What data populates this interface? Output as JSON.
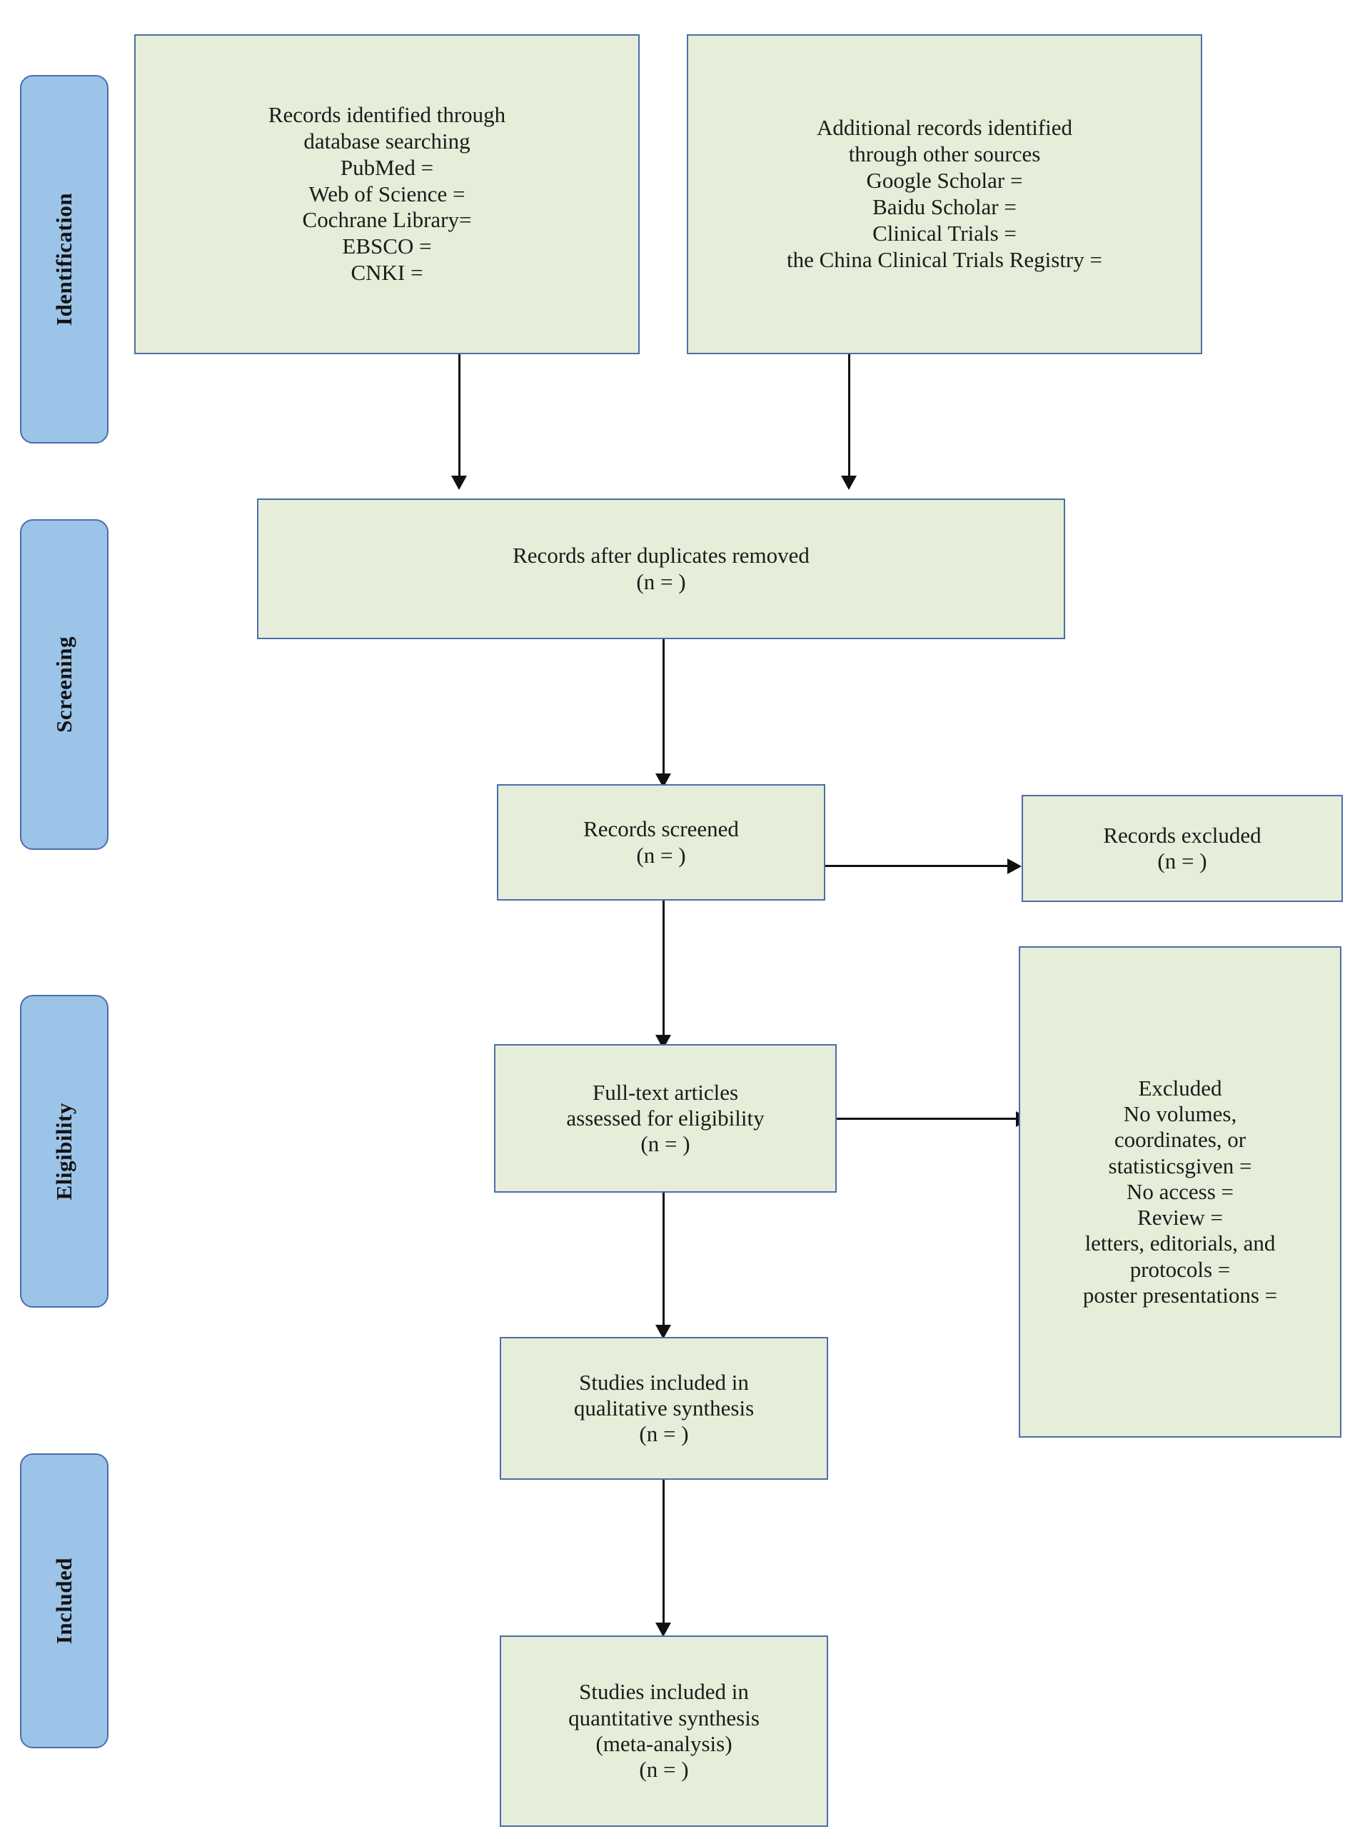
{
  "diagram": {
    "title": "PRISMA flow diagram",
    "colors": {
      "box_fill": "#e6edd8",
      "box_border": "#4a6ea9",
      "stage_fill": "#9cc3e8",
      "stage_border": "#4a6ea9",
      "connector": "#111111",
      "text": "#1b1b1b"
    }
  },
  "stages": [
    {
      "id": "identification",
      "label": "Identification"
    },
    {
      "id": "screening",
      "label": "Screening"
    },
    {
      "id": "eligibility",
      "label": "Eligibility"
    },
    {
      "id": "included",
      "label": "Included"
    }
  ],
  "boxes": {
    "database_search": {
      "id": "records-identified-database",
      "lines": [
        "Records identified through",
        "database searching",
        "PubMed =",
        "Web of Science =",
        "Cochrane Library=",
        "EBSCO =",
        "CNKI ="
      ]
    },
    "other_sources": {
      "id": "additional-records-other-sources",
      "lines": [
        "Additional records identified",
        "through other sources",
        "Google Scholar =",
        "Baidu Scholar =",
        "Clinical Trials =",
        "the China Clinical Trials Registry ="
      ]
    },
    "duplicates_removed": {
      "id": "records-after-duplicates-removed",
      "lines": [
        "Records after duplicates removed",
        "(n =    )"
      ]
    },
    "records_screened": {
      "id": "records-screened",
      "lines": [
        "Records screened",
        "(n =    )"
      ]
    },
    "records_excluded": {
      "id": "records-excluded",
      "lines": [
        "Records excluded",
        "(n =    )"
      ]
    },
    "fulltext_assessed": {
      "id": "full-text-articles-assessed",
      "lines": [
        "Full-text articles",
        "assessed for eligibility",
        "(n =    )"
      ]
    },
    "fulltext_excluded": {
      "id": "full-text-articles-excluded",
      "lines": [
        "Excluded",
        "No volumes,",
        "coordinates, or",
        "statisticsgiven =",
        "No access =",
        "Review =",
        "letters, editorials, and",
        "protocols =",
        "poster presentations ="
      ]
    },
    "qualitative_synthesis": {
      "id": "studies-included-qualitative",
      "lines": [
        "Studies included in",
        "qualitative synthesis",
        "(n =    )"
      ]
    },
    "quantitative_synthesis": {
      "id": "studies-included-quantitative",
      "lines": [
        "Studies included in",
        "quantitative synthesis",
        "(meta-analysis)",
        "(n =    )"
      ]
    }
  }
}
